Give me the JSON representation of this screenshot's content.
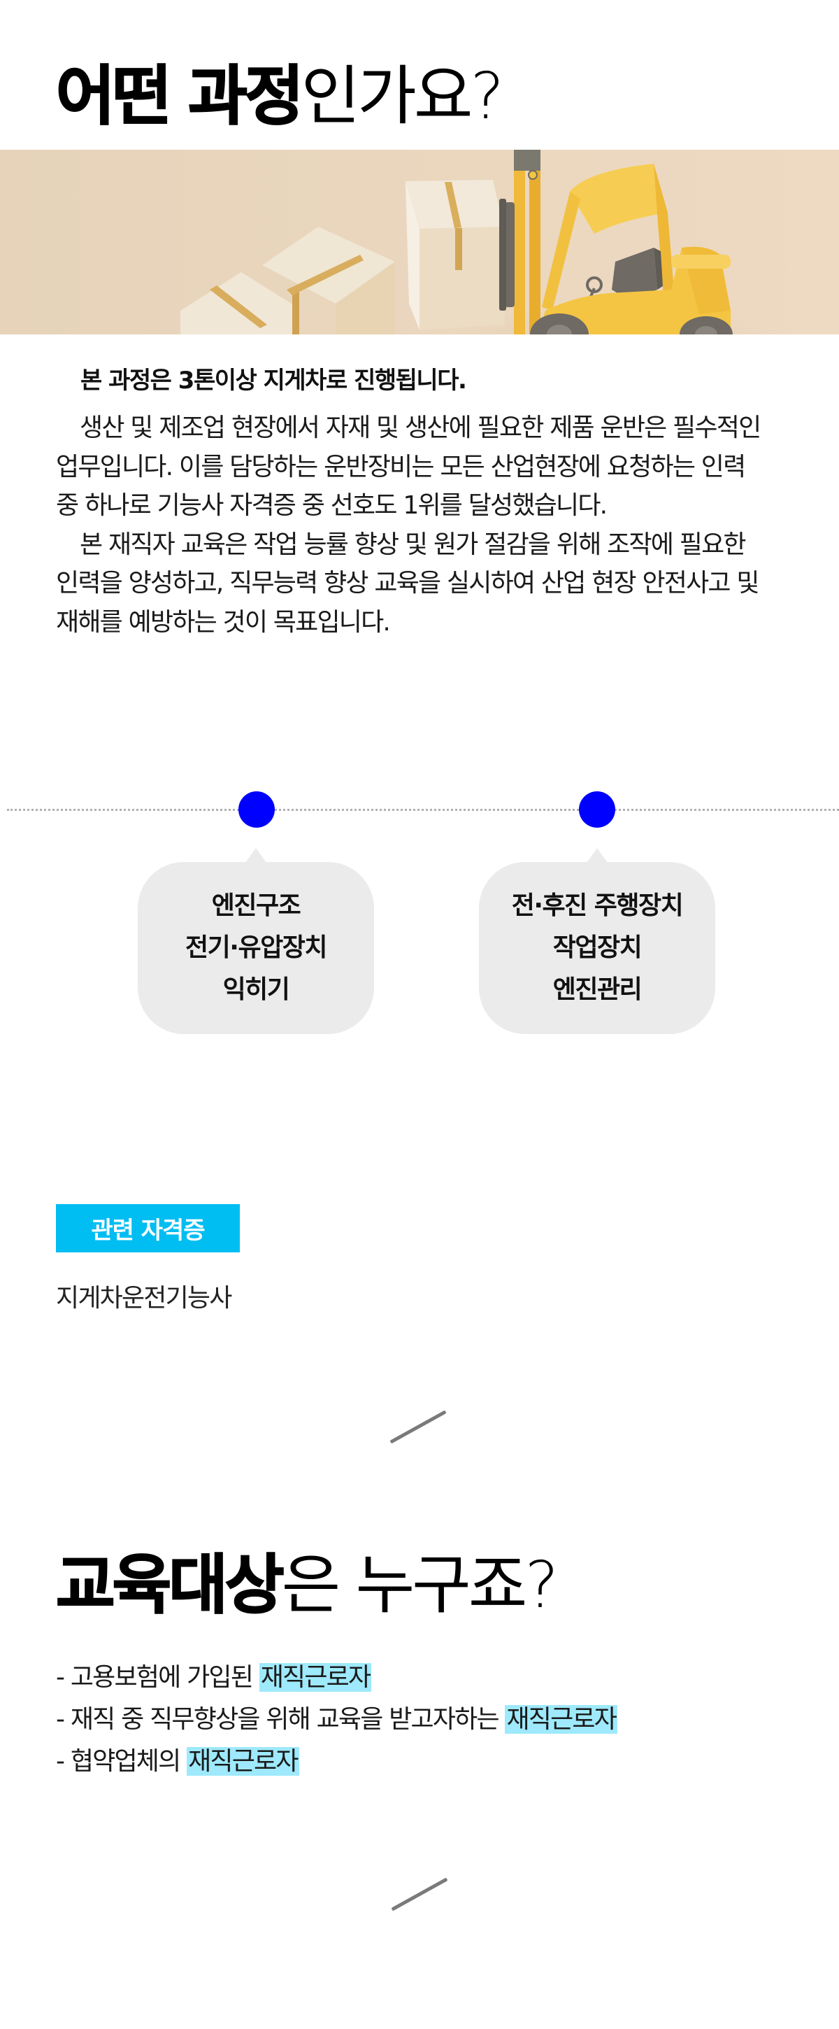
{
  "section1": {
    "title_bold": "어떤 과정",
    "title_light": "인가요?",
    "banner": {
      "alt": "forklift-with-boxes-illustration",
      "colors": {
        "background": "#e8d5bc",
        "forklift": "#f4c542",
        "box": "#f3e9d8",
        "tape": "#d6a84f",
        "seat": "#6f6a63"
      }
    },
    "lead": "본 과정은 3톤이상 지게차로 진행됩니다.",
    "paragraph_lines": [
      "생산 및 제조업 현장에서 자재 및 생산에 필요한 제품 운반은 필수적인",
      "업무입니다. 이를 담당하는 운반장비는 모든 산업현장에 요청하는 인력",
      "중 하나로 기능사 자격증 중 선호도 1위를 달성했습니다.",
      "본 재직자 교육은 작업 능률 향상 및 원가 절감을 위해 조작에 필요한",
      "인력을 양성하고, 직무능력 향상 교육을 실시하여  산업 현장 안전사고 및",
      "재해를 예방하는 것이 목표입니다."
    ]
  },
  "timeline": {
    "dot_color": "#0000ff",
    "steps": [
      {
        "lines": [
          "엔진구조",
          "전기·유압장치",
          "익히기"
        ]
      },
      {
        "lines": [
          "전·후진 주행장치",
          "작업장치",
          "엔진관리"
        ]
      }
    ]
  },
  "certificate": {
    "badge_label": "관련 자격증",
    "badge_color": "#00bdf2",
    "name": "지게차운전기능사"
  },
  "section2": {
    "title_bold": "교육대상",
    "title_light": "은 누구죠?",
    "targets": [
      {
        "prefix": "- 고용보험에 가입된 ",
        "highlight": "재직근로자"
      },
      {
        "prefix": "- 재직 중 직무향상을 위해 교육을 받고자하는 ",
        "highlight": "재직근로자"
      },
      {
        "prefix": "- 협약업체의 ",
        "highlight": "재직근로자"
      }
    ],
    "highlight_color": "#9ee9fb"
  }
}
